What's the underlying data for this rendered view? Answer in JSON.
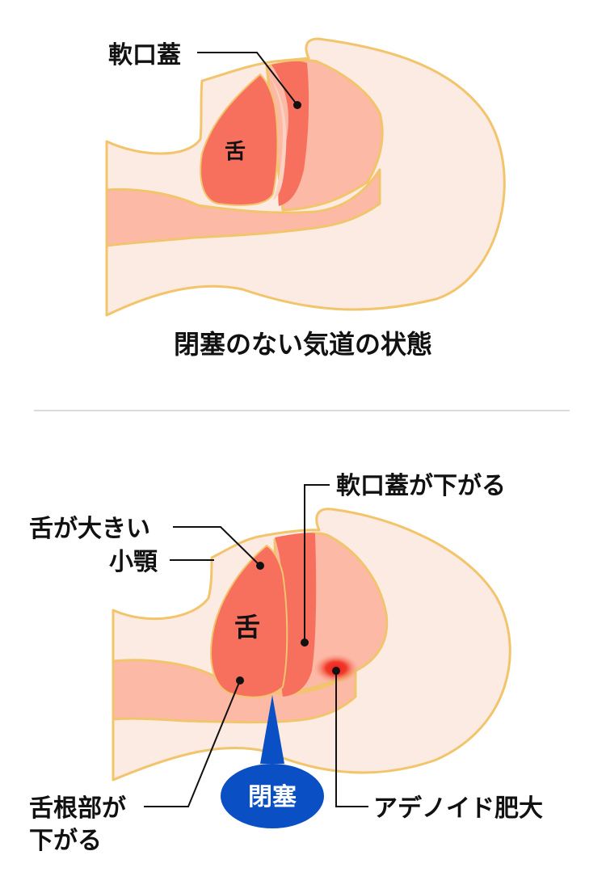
{
  "top_panel": {
    "soft_palate_label": "軟口蓋",
    "tongue_label": "舌",
    "caption": "閉塞のない気道の状態"
  },
  "bottom_panel": {
    "soft_palate_label": "軟口蓋が下がる",
    "large_tongue_label": "舌が大きい",
    "small_jaw_label": "小顎",
    "tongue_label": "舌",
    "tongue_base_label_line1": "舌根部が",
    "tongue_base_label_line2": "下がる",
    "obstruction_label": "閉塞",
    "adenoid_label": "アデノイド肥大"
  },
  "colors": {
    "skin": "#fcebe2",
    "airway_pink": "#fbb9a6",
    "tissue_red": "#f7705e",
    "outline_yellow": "#f2c46c",
    "obstruction_blue": "#0a4fc4",
    "adenoid_red": "#ee1e1e",
    "divider": "#cfcfcf"
  }
}
